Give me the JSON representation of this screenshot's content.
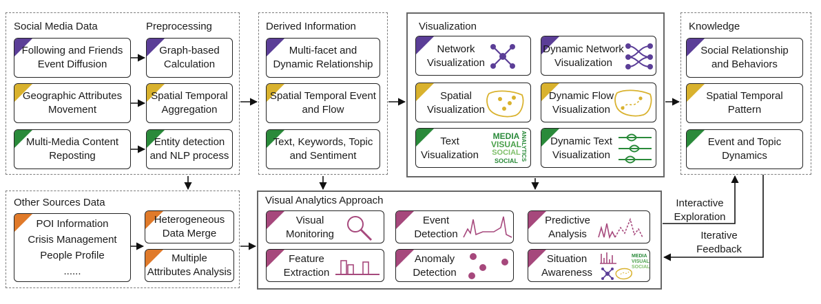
{
  "colors": {
    "purple": "#5b3e97",
    "yellow": "#d9b22e",
    "green": "#2a8a3a",
    "orange": "#e07a2a",
    "pink": "#a6487c",
    "arrow": "#111111"
  },
  "social": {
    "title": "Social Media Data",
    "items": [
      {
        "label": "Following and Friends\nEvent Diffusion",
        "tag": "purple"
      },
      {
        "label": "Geographic Attributes\nMovement",
        "tag": "yellow"
      },
      {
        "label": "Multi-Media Content\nReposting",
        "tag": "green"
      }
    ]
  },
  "preprocess": {
    "title": "Preprocessing",
    "items": [
      {
        "label": "Graph-based\nCalculation",
        "tag": "purple"
      },
      {
        "label": "Spatial Temporal\nAggregation",
        "tag": "yellow"
      },
      {
        "label": "Entity detection\nand NLP process",
        "tag": "green"
      }
    ]
  },
  "derived": {
    "title": "Derived Information",
    "items": [
      {
        "label": "Multi-facet and\nDynamic Relationship",
        "tag": "purple"
      },
      {
        "label": "Spatial Temporal Event\nand Flow",
        "tag": "yellow"
      },
      {
        "label": "Text, Keywords, Topic\nand Sentiment",
        "tag": "green"
      }
    ]
  },
  "visualization": {
    "title": "Visualization",
    "items": [
      {
        "label": "Network\nVisualization",
        "tag": "purple",
        "icon": "network-icon"
      },
      {
        "label": "Dynamic Network\nVisualization",
        "tag": "purple",
        "icon": "dynamic-network-icon"
      },
      {
        "label": "Spatial\nVisualization",
        "tag": "yellow",
        "icon": "map-icon"
      },
      {
        "label": "Dynamic Flow\nVisualization",
        "tag": "yellow",
        "icon": "flow-map-icon"
      },
      {
        "label": "Text\nVisualization",
        "tag": "green",
        "icon": "word-cloud-icon"
      },
      {
        "label": "Dynamic Text\nVisualization",
        "tag": "green",
        "icon": "text-flow-icon"
      }
    ]
  },
  "wordcloud": {
    "w1": "MEDIA",
    "w2": "VISUAL",
    "w3": "SOCIAL",
    "w4": "ANALYTICS",
    "w5": "SOCIAL"
  },
  "knowledge": {
    "title": "Knowledge",
    "items": [
      {
        "label": "Social Relationship\nand Behaviors",
        "tag": "purple"
      },
      {
        "label": "Spatial Temporal\nPattern",
        "tag": "yellow"
      },
      {
        "label": "Event and Topic\nDynamics",
        "tag": "green"
      }
    ]
  },
  "other": {
    "title": "Other Sources Data",
    "list": "POI Information\nCrisis Management\nPeople Profile\n......",
    "items": [
      {
        "label": "Heterogeneous\nData Merge",
        "tag": "orange"
      },
      {
        "label": "Multiple\nAttributes Analysis",
        "tag": "orange"
      }
    ]
  },
  "vaa": {
    "title": "Visual Analytics Approach",
    "items": [
      {
        "label": "Visual\nMonitoring",
        "icon": "magnifier-icon"
      },
      {
        "label": "Event\nDetection",
        "icon": "event-line-icon"
      },
      {
        "label": "Predictive\nAnalysis",
        "icon": "prediction-line-icon"
      },
      {
        "label": "Feature\nExtraction",
        "icon": "bar-chart-icon"
      },
      {
        "label": "Anomaly\nDetection",
        "icon": "scatter-dots-icon"
      },
      {
        "label": "Situation\nAwareness",
        "icon": "dashboard-icon"
      }
    ]
  },
  "loop": {
    "exploration": "Interactive\nExploration",
    "feedback": "Iterative\nFeedback"
  }
}
